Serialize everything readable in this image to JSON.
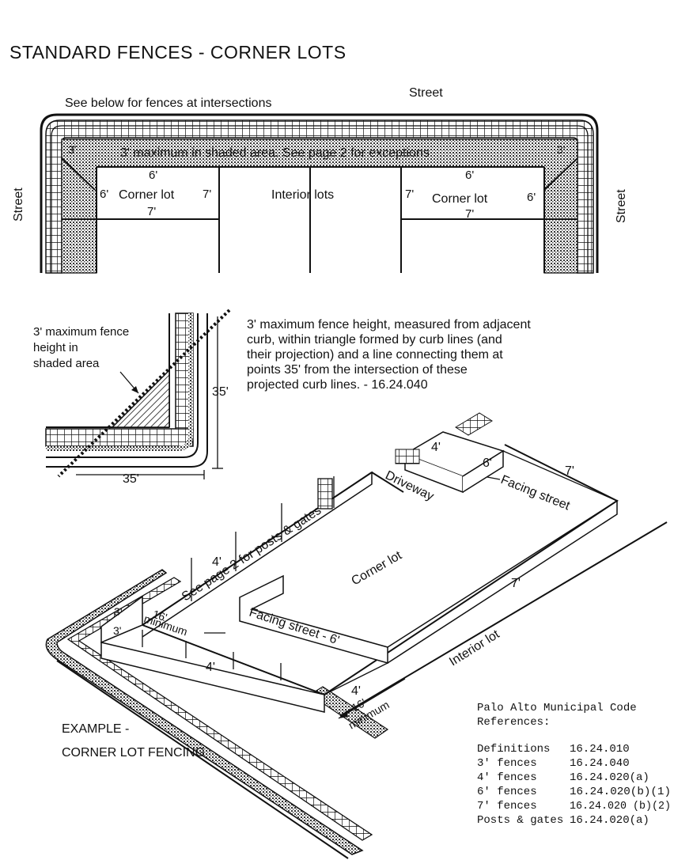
{
  "title": "STANDARD FENCES - CORNER LOTS",
  "top_plan": {
    "street_top": "Street",
    "street_left": "Street",
    "street_right": "Street",
    "intersection_note": "See below for fences at intersections",
    "shaded_note": "3' maximum in shaded area. See page 2 for exceptions",
    "corner_3_left": "3'",
    "corner_3_right": "3'",
    "left_lot": {
      "top": "6'",
      "left": "6'",
      "name": "Corner lot",
      "right": "7'",
      "bottom": "7'"
    },
    "interior": "Interior lots",
    "right_lot": {
      "top": "6'",
      "left": "7'",
      "name": "Corner lot",
      "right": "6'",
      "bottom": "7'"
    }
  },
  "triangle_detail": {
    "label_lines": [
      "3' maximum fence",
      "height in",
      "shaded area"
    ],
    "dim_vertical": "35'",
    "dim_horizontal": "35'",
    "description_lines": [
      "3' maximum fence height, measured from adjacent",
      "curb, within triangle formed by curb lines (and",
      "their projection) and a line connecting them at",
      "points 35' from the intersection of these",
      "projected curb lines. - 16.24.040"
    ]
  },
  "perspective": {
    "driveway": "Driveway",
    "facing_street_top": "Facing street",
    "dim_6_top": "6'",
    "dim_4_top": "4'",
    "dim_7_top": "7'",
    "posts_gates": "See page 2 for posts & gates",
    "dim_4_left": "4'",
    "corner_lot": "Corner lot",
    "dim_7_right": "7'",
    "interior_lot": "Interior lot",
    "dim_3_a": "3'",
    "dim_3_b": "3'",
    "dim_16_left": "16'",
    "minimum_left": "minimum",
    "facing_street_bottom": "Facing street - 6'",
    "dim_4_bottom_left": "4'",
    "dim_4_bottom_right": "4'",
    "dim_16_right": "16'",
    "minimum_right": "minimum"
  },
  "example_caption": [
    "EXAMPLE -",
    "CORNER LOT FENCING"
  ],
  "references": {
    "heading": [
      "Palo Alto Municipal Code",
      "References:"
    ],
    "rows": [
      {
        "term": "Definitions",
        "code": "16.24.010"
      },
      {
        "term": "3' fences",
        "code": "16.24.040"
      },
      {
        "term": "4' fences",
        "code": "16.24.020(a)"
      },
      {
        "term": "6' fences",
        "code": "16.24.020(b)(1)"
      },
      {
        "term": "7' fences",
        "code": "16.24.020 (b)(2)"
      },
      {
        "term": "Posts & gates",
        "code": "16.24.020(a)"
      }
    ]
  }
}
